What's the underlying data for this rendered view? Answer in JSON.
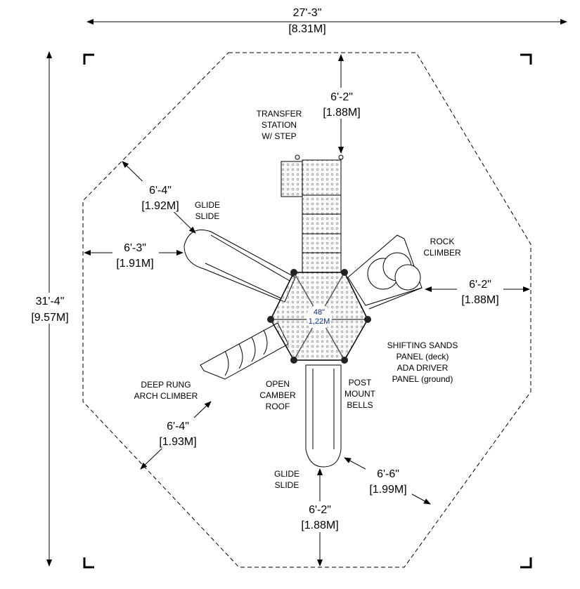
{
  "dimensions": {
    "overall_width": {
      "imperial": "27'-3\"",
      "metric": "[8.31M]"
    },
    "overall_length": {
      "imperial": "31'-4\"",
      "metric": "[9.57M]"
    },
    "transfer_clearance": {
      "imperial": "6'-2\"",
      "metric": "[1.88M]"
    },
    "glide_slide_upper_diag": {
      "imperial": "6'-4\"",
      "metric": "[1.92M]"
    },
    "glide_slide_upper_side": {
      "imperial": "6'-3\"",
      "metric": "[1.91M]"
    },
    "rock_climber": {
      "imperial": "6'-2\"",
      "metric": "[1.88M]"
    },
    "arch_climber": {
      "imperial": "6'-4\"",
      "metric": "[1.93M]"
    },
    "bottom_diag": {
      "imperial": "6'-6\"",
      "metric": "[1.99M]"
    },
    "bottom_slide": {
      "imperial": "6'-2\"",
      "metric": "[1.88M]"
    },
    "deck_height": {
      "imperial": "48\"",
      "metric": "1,22M"
    }
  },
  "labels": {
    "transfer_station": [
      "TRANSFER",
      "STATION",
      "W/ STEP"
    ],
    "glide_slide_upper": [
      "GLIDE",
      "SLIDE"
    ],
    "rock_climber": [
      "ROCK",
      "CLIMBER"
    ],
    "shifting_sands": [
      "SHIFTING SANDS",
      "PANEL (deck)",
      "ADA DRIVER",
      "PANEL (ground)"
    ],
    "deep_rung": [
      "DEEP RUNG",
      "ARCH CLIMBER"
    ],
    "open_camber": [
      "OPEN",
      "CAMBER",
      "ROOF"
    ],
    "post_mount": [
      "POST",
      "MOUNT",
      "BELLS"
    ],
    "glide_slide_lower": [
      "GLIDE",
      "SLIDE"
    ]
  }
}
